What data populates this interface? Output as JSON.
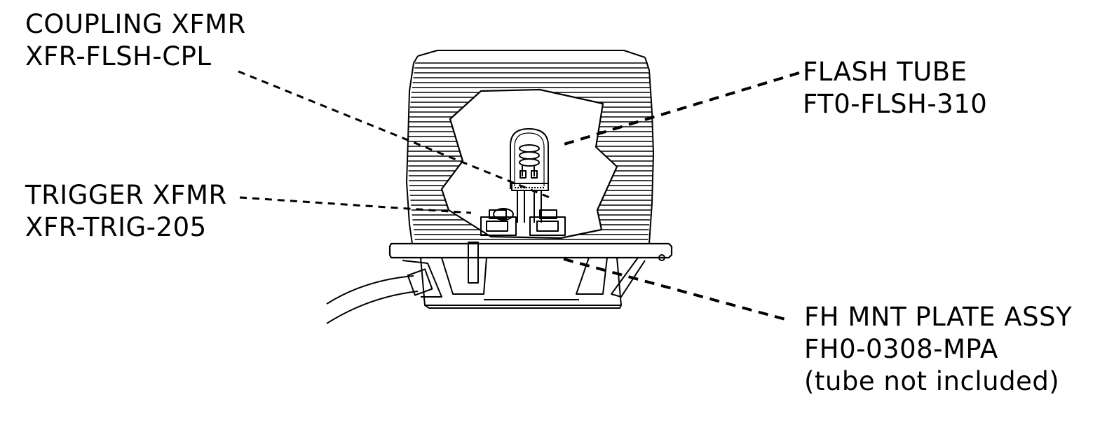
{
  "callouts": {
    "coupling": {
      "name": "COUPLING XFMR",
      "part": "XFR-FLSH-CPL"
    },
    "trigger": {
      "name": "TRIGGER XFMR",
      "part": "XFR-TRIG-205"
    },
    "flash": {
      "name": "FLASH TUBE",
      "part": "FT0-FLSH-310"
    },
    "mount": {
      "name": "FH MNT PLATE ASSY",
      "part": "FH0-0308-MPA",
      "note": "(tube not included)"
    }
  },
  "colors": {
    "ink": "#000000",
    "paper": "#ffffff"
  }
}
